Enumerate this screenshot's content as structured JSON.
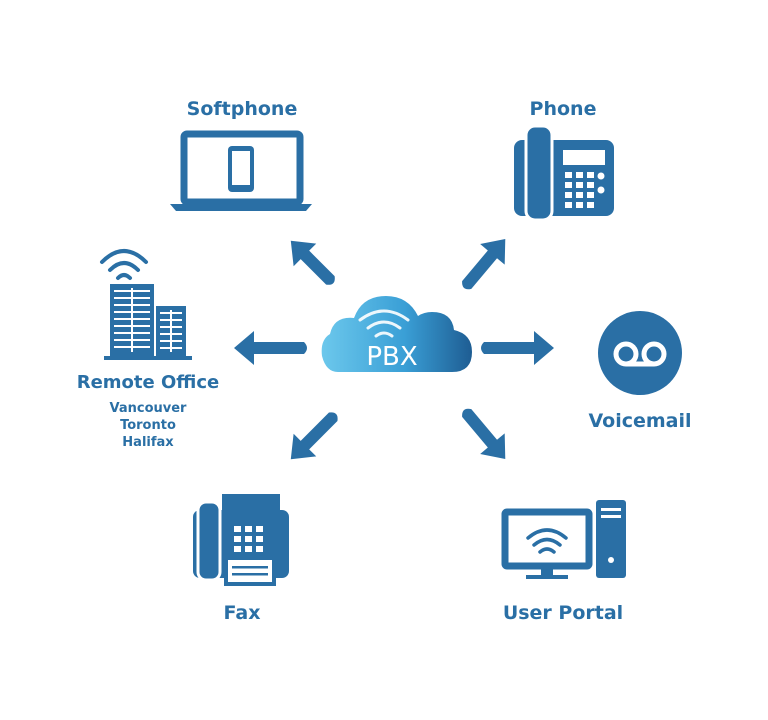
{
  "colors": {
    "primary": "#2a6fa5",
    "cloud_light": "#5bc0e8",
    "cloud_dark": "#1e5d93",
    "background": "#ffffff"
  },
  "center": {
    "label": "PBX",
    "icon": "cloud-icon"
  },
  "nodes": {
    "softphone": {
      "label": "Softphone",
      "icon": "laptop-smartphone-icon"
    },
    "phone": {
      "label": "Phone",
      "icon": "desk-phone-icon"
    },
    "remote_office": {
      "label": "Remote Office",
      "icon": "office-building-wifi-icon",
      "locations": [
        "Vancouver",
        "Toronto",
        "Halifax"
      ]
    },
    "voicemail": {
      "label": "Voicemail",
      "icon": "voicemail-icon"
    },
    "fax": {
      "label": "Fax",
      "icon": "fax-machine-icon"
    },
    "user_portal": {
      "label": "User Portal",
      "icon": "desktop-computer-icon"
    }
  }
}
